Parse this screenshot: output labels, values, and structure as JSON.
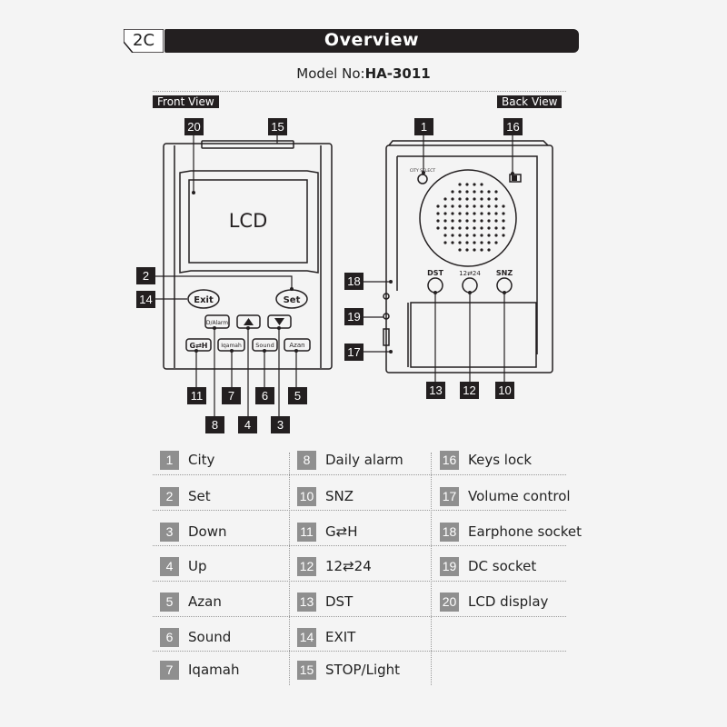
{
  "header": {
    "section": "2C",
    "title": "Overview"
  },
  "model": {
    "label": "Model No:",
    "value": "HA-3011"
  },
  "views": {
    "front": "Front View",
    "back": "Back View"
  },
  "device": {
    "lcd_label": "LCD",
    "front_buttons": {
      "exit": "Exit",
      "set": "Set",
      "dialarm": "D/Alarm",
      "gh": "G⇄H",
      "iqamah": "Iqamah",
      "sound": "Sound",
      "azan": "Azan"
    },
    "back_labels": {
      "city_select": "CITY SELECT",
      "dst": "DST",
      "h1224": "12⇄24",
      "snz": "SNZ"
    }
  },
  "callouts": {
    "c20": "20",
    "c15": "15",
    "c2": "2",
    "c14": "14",
    "c11": "11",
    "c7": "7",
    "c6": "6",
    "c5": "5",
    "c8": "8",
    "c4": "4",
    "c3": "3",
    "c1": "1",
    "c16": "16",
    "c18": "18",
    "c19": "19",
    "c17": "17",
    "c13": "13",
    "c12": "12",
    "c10": "10"
  },
  "legend": [
    [
      {
        "num": "1",
        "label": "City"
      },
      {
        "num": "8",
        "label": "Daily alarm"
      },
      {
        "num": "16",
        "label": "Keys lock"
      }
    ],
    [
      {
        "num": "2",
        "label": "Set"
      },
      {
        "num": "10",
        "label": "SNZ"
      },
      {
        "num": "17",
        "label": "Volume control"
      }
    ],
    [
      {
        "num": "3",
        "label": "Down"
      },
      {
        "num": "11",
        "label": "G⇄H"
      },
      {
        "num": "18",
        "label": "Earphone socket"
      }
    ],
    [
      {
        "num": "4",
        "label": "Up"
      },
      {
        "num": "12",
        "label": "12⇄24"
      },
      {
        "num": "19",
        "label": "DC socket"
      }
    ],
    [
      {
        "num": "5",
        "label": "Azan"
      },
      {
        "num": "13",
        "label": "DST"
      },
      {
        "num": "20",
        "label": "LCD display"
      }
    ],
    [
      {
        "num": "6",
        "label": "Sound"
      },
      {
        "num": "14",
        "label": "EXIT"
      }
    ],
    [
      {
        "num": "7",
        "label": "Iqamah"
      },
      {
        "num": "15",
        "label": "STOP/Light"
      }
    ]
  ]
}
